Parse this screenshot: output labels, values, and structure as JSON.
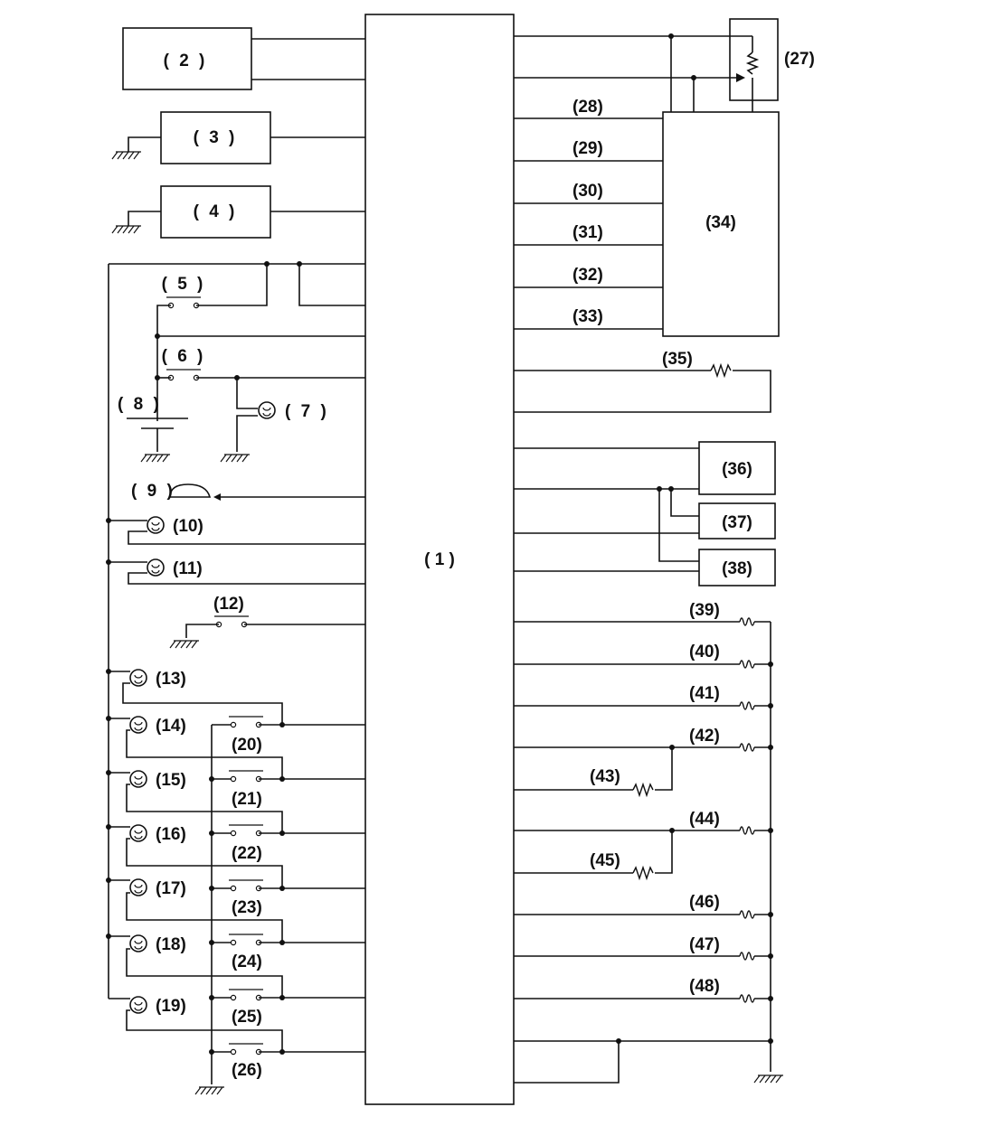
{
  "labels": {
    "ecm": "( 1 )",
    "c2": "( 2 )",
    "c3": "( 3 )",
    "c4": "( 4 )",
    "c5": "( 5 )",
    "c6": "( 6 )",
    "c7": "( 7 )",
    "c8": "( 8 )",
    "c9": "( 9 )",
    "c10": "(10)",
    "c11": "(11)",
    "c12": "(12)",
    "c13": "(13)",
    "c14": "(14)",
    "c15": "(15)",
    "c16": "(16)",
    "c17": "(17)",
    "c18": "(18)",
    "c19": "(19)",
    "c20": "(20)",
    "c21": "(21)",
    "c22": "(22)",
    "c23": "(23)",
    "c24": "(24)",
    "c25": "(25)",
    "c26": "(26)",
    "c27": "(27)",
    "c28": "(28)",
    "c29": "(29)",
    "c30": "(30)",
    "c31": "(31)",
    "c32": "(32)",
    "c33": "(33)",
    "c34": "(34)",
    "c35": "(35)",
    "c36": "(36)",
    "c37": "(37)",
    "c38": "(38)",
    "c39": "(39)",
    "c40": "(40)",
    "c41": "(41)",
    "c42": "(42)",
    "c43": "(43)",
    "c44": "(44)",
    "c45": "(45)",
    "c46": "(46)",
    "c47": "(47)",
    "c48": "(48)"
  },
  "colors": {
    "line": "#111111",
    "background": "#ffffff"
  }
}
